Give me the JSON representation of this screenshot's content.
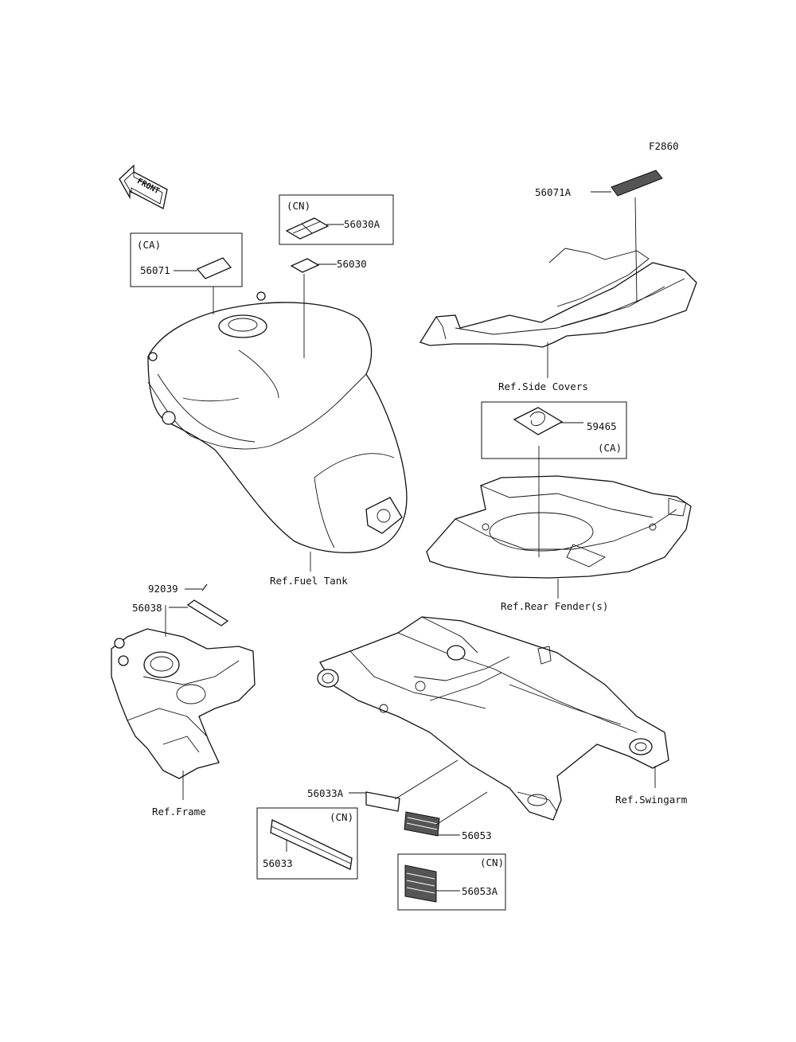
{
  "figure_code": "F2860",
  "front_arrow_label": "FRONT",
  "parts": {
    "p56071A": "56071A",
    "p56030A": "56030A",
    "p56030": "56030",
    "p56071": "56071",
    "p59465": "59465",
    "p92039": "92039",
    "p56038": "56038",
    "p56033A": "56033A",
    "p56033": "56033",
    "p56053": "56053",
    "p56053A": "56053A"
  },
  "region_tags": {
    "ca_fuel": "(CA)",
    "cn_fuel": "(CN)",
    "ca_fender": "(CA)",
    "cn_56033": "(CN)",
    "cn_56053A": "(CN)"
  },
  "references": {
    "side_covers": "Ref.Side Covers",
    "fuel_tank": "Ref.Fuel Tank",
    "rear_fender": "Ref.Rear Fender(s)",
    "frame": "Ref.Frame",
    "swingarm": "Ref.Swingarm"
  }
}
